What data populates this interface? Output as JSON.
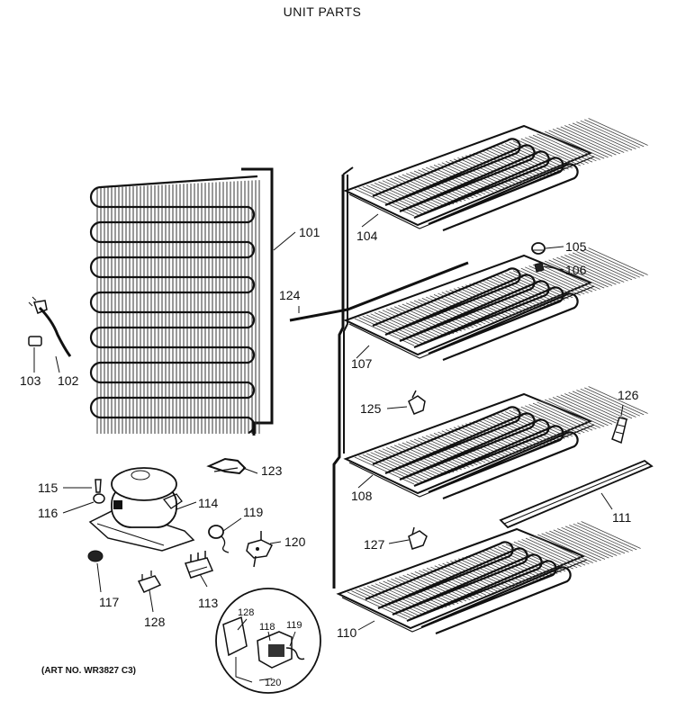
{
  "title": "UNIT PARTS",
  "art_number": "(ART NO. WR3827 C3)",
  "callouts": {
    "p101": "101",
    "p102": "102",
    "p103": "103",
    "p104": "104",
    "p105": "105",
    "p106": "106",
    "p107": "107",
    "p108": "108",
    "p110": "110",
    "p111": "111",
    "p113": "113",
    "p114": "114",
    "p115": "115",
    "p116": "116",
    "p117": "117",
    "p119": "119",
    "p120": "120",
    "p123": "123",
    "p124": "124",
    "p125": "125",
    "p126": "126",
    "p127": "127",
    "p128": "128"
  },
  "inset_callouts": {
    "p128": "128",
    "p118": "118",
    "p119": "119",
    "p120": "120"
  }
}
